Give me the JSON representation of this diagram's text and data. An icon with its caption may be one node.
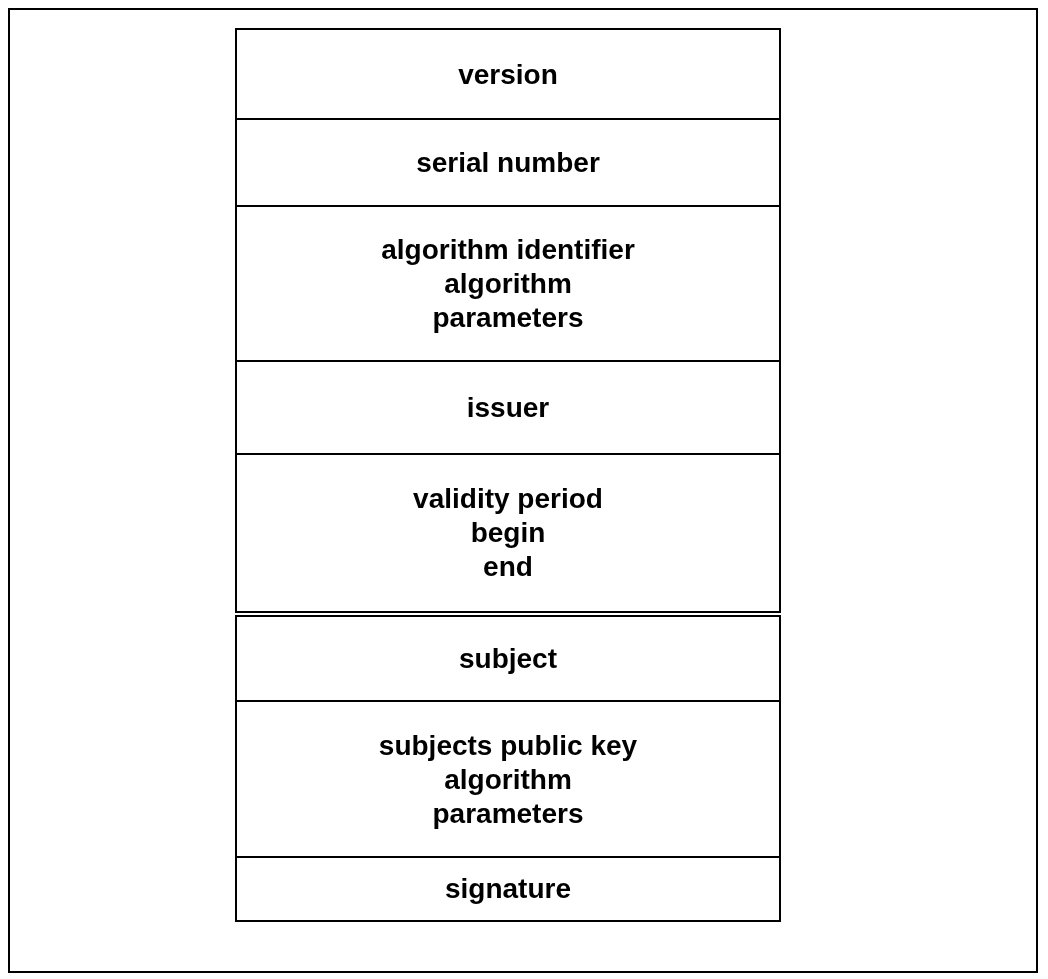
{
  "diagram": {
    "nodes": [
      {
        "text": [
          "version"
        ]
      },
      {
        "text": [
          "serial number"
        ]
      },
      {
        "text": [
          "algorithm identifier",
          "algorithm parameters"
        ]
      },
      {
        "text": [
          "issuer"
        ]
      },
      {
        "text": [
          "validity period",
          "begin",
          "end"
        ]
      },
      {
        "text": [
          "subject"
        ]
      },
      {
        "text": [
          "subjects public key",
          "algorithm parameters"
        ]
      },
      {
        "text": [
          "signature"
        ]
      }
    ]
  }
}
